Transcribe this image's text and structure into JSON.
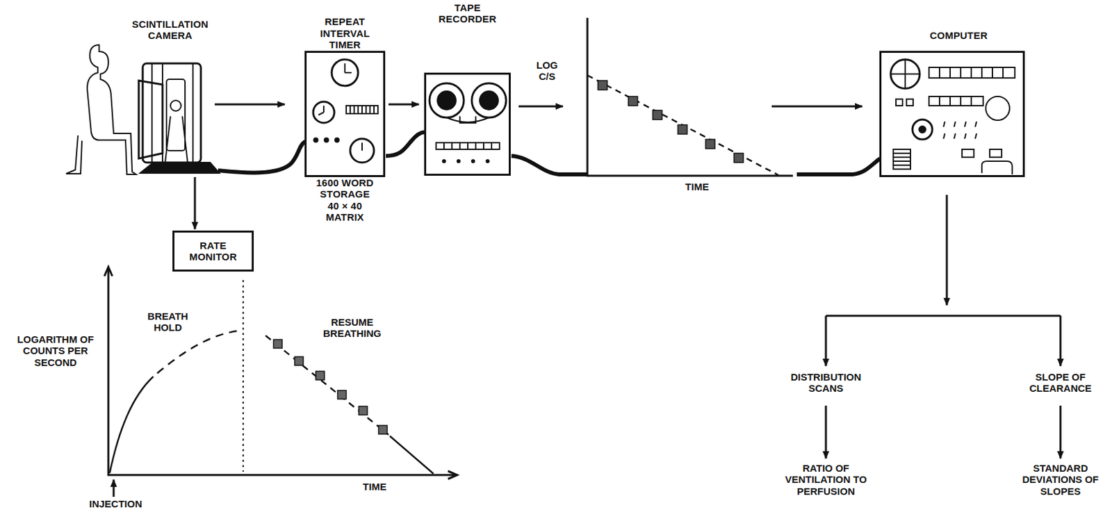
{
  "diagram": {
    "nodes": [
      {
        "text": [
          "SCINTILLATION CAMERA"
        ]
      },
      {
        "text": [
          "REPEAT INTERVAL TIMER",
          "1600 WORD STORAGE 40 × 40 MATRIX"
        ]
      },
      {
        "text": [
          "TAPE RECORDER"
        ]
      },
      {
        "text": [
          "COMPUTER"
        ]
      },
      {
        "text": [
          "RATE MONITOR"
        ]
      }
    ],
    "edges": [
      {
        "from": 0,
        "to": 1,
        "arrow": "to"
      },
      {
        "from": 1,
        "to": 2,
        "arrow": "to"
      },
      {
        "from": 0,
        "to": 4,
        "arrow": "to"
      }
    ],
    "labels": [
      "LOG C/S",
      "TIME",
      "LOGARITHM OF COUNTS PER SECOND",
      "BREATH HOLD",
      "RESUME BREATHING",
      "TIME",
      "INJECTION",
      "DISTRIBUTION SCANS",
      "SLOPE OF CLEARANCE",
      "RATIO OF VENTILATION TO PERFUSION",
      "STANDARD DEVIATIONS OF SLOPES"
    ]
  }
}
